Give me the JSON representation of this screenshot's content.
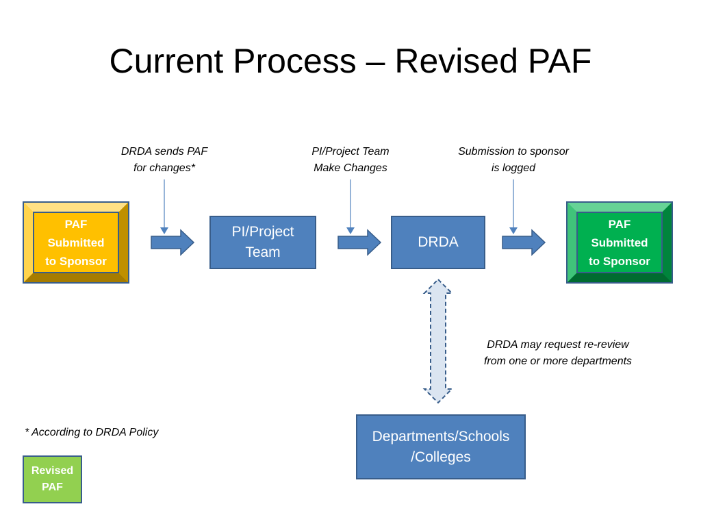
{
  "slide": {
    "title": "Current Process – Revised PAF"
  },
  "notes": {
    "drda_sends": [
      "DRDA sends PAF",
      "for changes*"
    ],
    "pi_changes": [
      "PI/Project Team",
      "Make Changes"
    ],
    "submission_logged": [
      "Submission to sponsor",
      "is logged"
    ],
    "re_review": [
      "DRDA may request re-review",
      "from one or more departments"
    ],
    "policy": "* According to DRDA Policy"
  },
  "nodes": {
    "paf_submitted_start": [
      "PAF",
      "Submitted",
      "to Sponsor"
    ],
    "pi_team": [
      "PI/Project",
      "Team"
    ],
    "drda": "DRDA",
    "paf_submitted_end": [
      "PAF",
      "Submitted",
      "to Sponsor"
    ],
    "departments": [
      "Departments/Schools",
      "/Colleges"
    ]
  },
  "legend": {
    "revised_paf": [
      "Revised",
      "PAF"
    ]
  },
  "colors": {
    "process_blue": "#4f81bd",
    "border_blue": "#385d8a",
    "start_gold": "#ffc000",
    "end_green": "#00b050",
    "legend_green": "#92d050",
    "dashed_fill": "#dbe5f1"
  }
}
